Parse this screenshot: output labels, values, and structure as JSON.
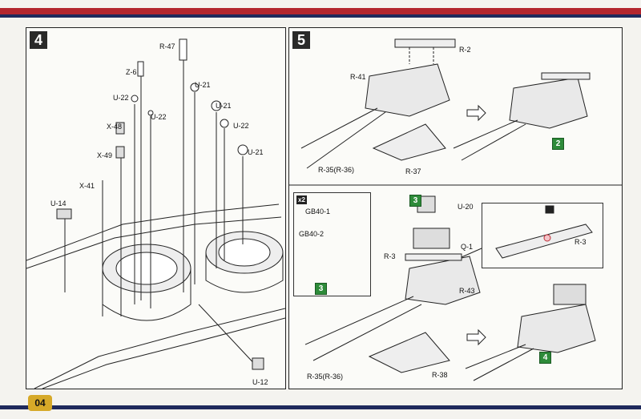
{
  "page_number": "04",
  "step4": {
    "number": "4",
    "parts": [
      "R-47",
      "Z-6",
      "U-22",
      "U-22",
      "U-21",
      "U-21",
      "U-22",
      "U-21",
      "X-48",
      "X-49",
      "X-41",
      "U-14",
      "U-12"
    ]
  },
  "step5": {
    "number": "5",
    "upper": {
      "parts": [
        "R-2",
        "R-41",
        "R-35(R-36)",
        "R-37"
      ],
      "badge": "2"
    },
    "lower": {
      "parts": [
        "x2",
        "GB40-1",
        "GB40-2",
        "3",
        "3",
        "U-20",
        "Q-1",
        "R-3",
        "R-43",
        "R-35(R-36)",
        "R-38",
        "R-3"
      ],
      "badge": "4"
    }
  },
  "colors": {
    "red_band": "#b3262e",
    "navy_band": "#1f2a5c",
    "badge_green": "#2e8b3a",
    "page_tab": "#d6a928"
  }
}
